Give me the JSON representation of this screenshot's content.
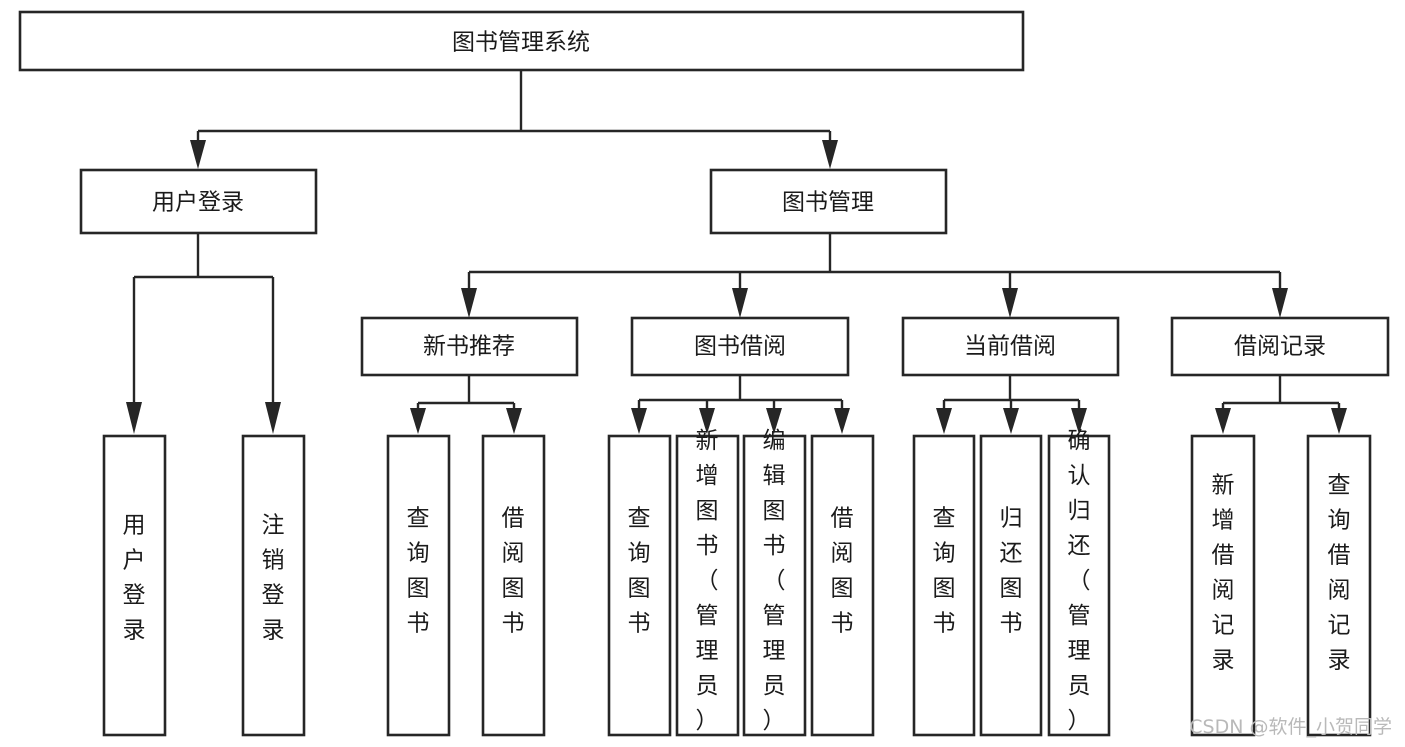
{
  "diagram": {
    "type": "tree",
    "title": "图书管理系统",
    "orientation": "top-down",
    "colors": {
      "box_stroke": "#262626",
      "box_fill": "#ffffff",
      "connector": "#262626",
      "text": "#1b1b1b",
      "watermark": "#b9b9b9",
      "background": "#ffffff"
    },
    "root": {
      "label": "图书管理系统"
    },
    "level2": [
      {
        "label": "用户登录"
      },
      {
        "label": "图书管理"
      }
    ],
    "level3": [
      {
        "label": "新书推荐"
      },
      {
        "label": "图书借阅"
      },
      {
        "label": "当前借阅"
      },
      {
        "label": "借阅记录"
      }
    ],
    "leaves": {
      "user_login": [
        {
          "label": "用户登录"
        },
        {
          "label": "注销登录"
        }
      ],
      "new_book_recommend": [
        {
          "label": "查询图书"
        },
        {
          "label": "借阅图书"
        }
      ],
      "book_borrow": [
        {
          "label": "查询图书"
        },
        {
          "label": "新增图书（管理员）"
        },
        {
          "label": "编辑图书（管理员）"
        },
        {
          "label": "借阅图书"
        }
      ],
      "current_borrow": [
        {
          "label": "查询图书"
        },
        {
          "label": "归还图书"
        },
        {
          "label": "确认归还（管理员）"
        }
      ],
      "borrow_record": [
        {
          "label": "新增借阅记录"
        },
        {
          "label": "查询借阅记录"
        }
      ]
    }
  },
  "watermark": {
    "text": "CSDN @软件_小贺同学"
  }
}
